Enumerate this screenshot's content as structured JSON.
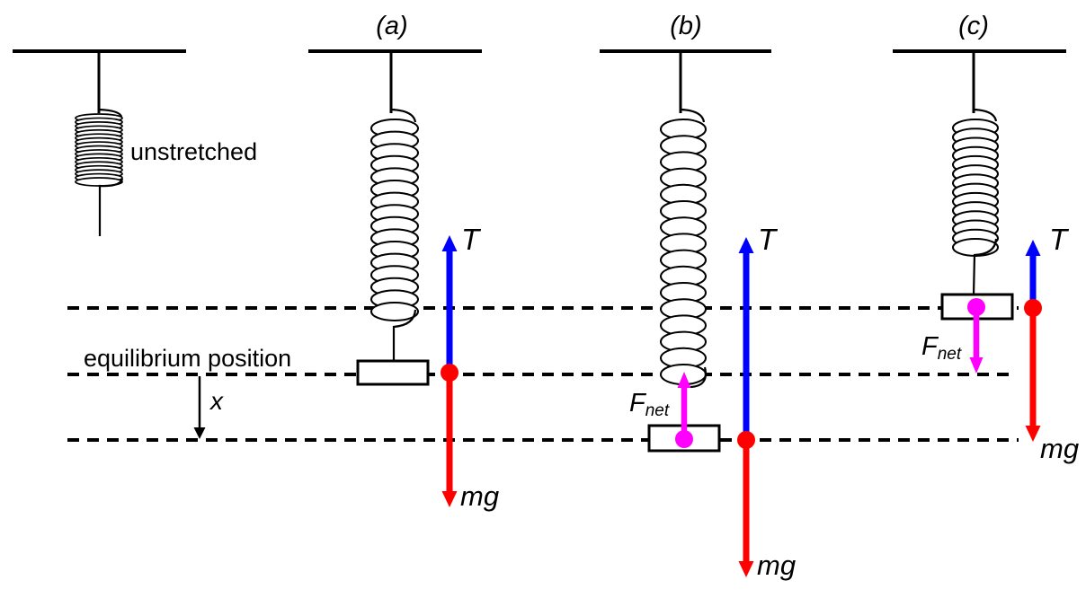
{
  "figure": {
    "colors": {
      "tension": "#0000ff",
      "weight": "#ff0000",
      "net_force": "#ff00ff"
    },
    "reference": {
      "spring_state_label": "unstretched"
    },
    "axis": {
      "equilibrium_label": "equilibrium position",
      "displacement_label": "x"
    },
    "panels": [
      {
        "label": "(a)",
        "tension_label": "T",
        "weight_label": "mg"
      },
      {
        "label": "(b)",
        "tension_label": "T",
        "weight_label": "mg",
        "net_force_main": "F",
        "net_force_sub": "net"
      },
      {
        "label": "(c)",
        "tension_label": "T",
        "weight_label": "mg",
        "net_force_main": "F",
        "net_force_sub": "net"
      }
    ]
  }
}
